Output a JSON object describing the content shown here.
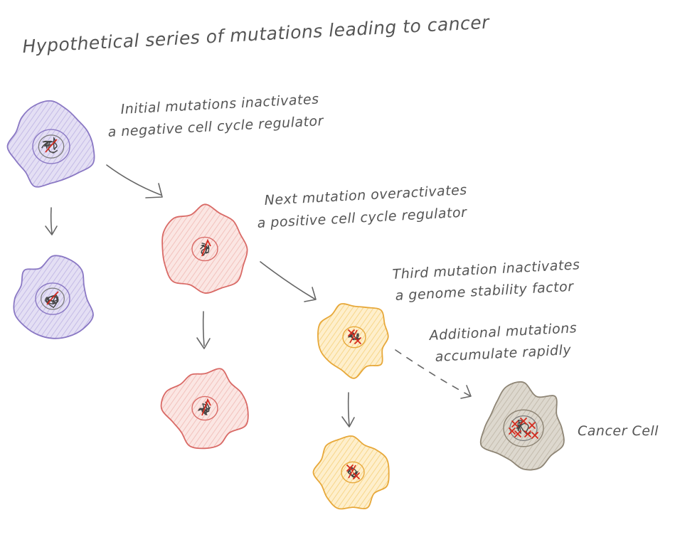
{
  "title": "Hypothetical series of mutations leading to cancer",
  "captions": {
    "step1": [
      "Initial mutations inactivates",
      "a negative cell cycle regulator"
    ],
    "step2": [
      "Next mutation overactivates",
      "a positive cell cycle regulator"
    ],
    "step3": [
      "Third mutation inactivates",
      "a genome stability factor"
    ],
    "step4": [
      "Additional mutations",
      "accumulate rapidly"
    ],
    "cancer": "Cancer Cell"
  },
  "colors": {
    "purple_fill": "#d6d0ee",
    "purple_edge": "#8a78c4",
    "red_fill": "#f8d9d6",
    "red_edge": "#d96a66",
    "yellow_fill": "#fde6b0",
    "yellow_edge": "#e7a83a",
    "gray_fill": "#d5cfc4",
    "gray_edge": "#8e8575",
    "mutation": "#d42a1e"
  }
}
